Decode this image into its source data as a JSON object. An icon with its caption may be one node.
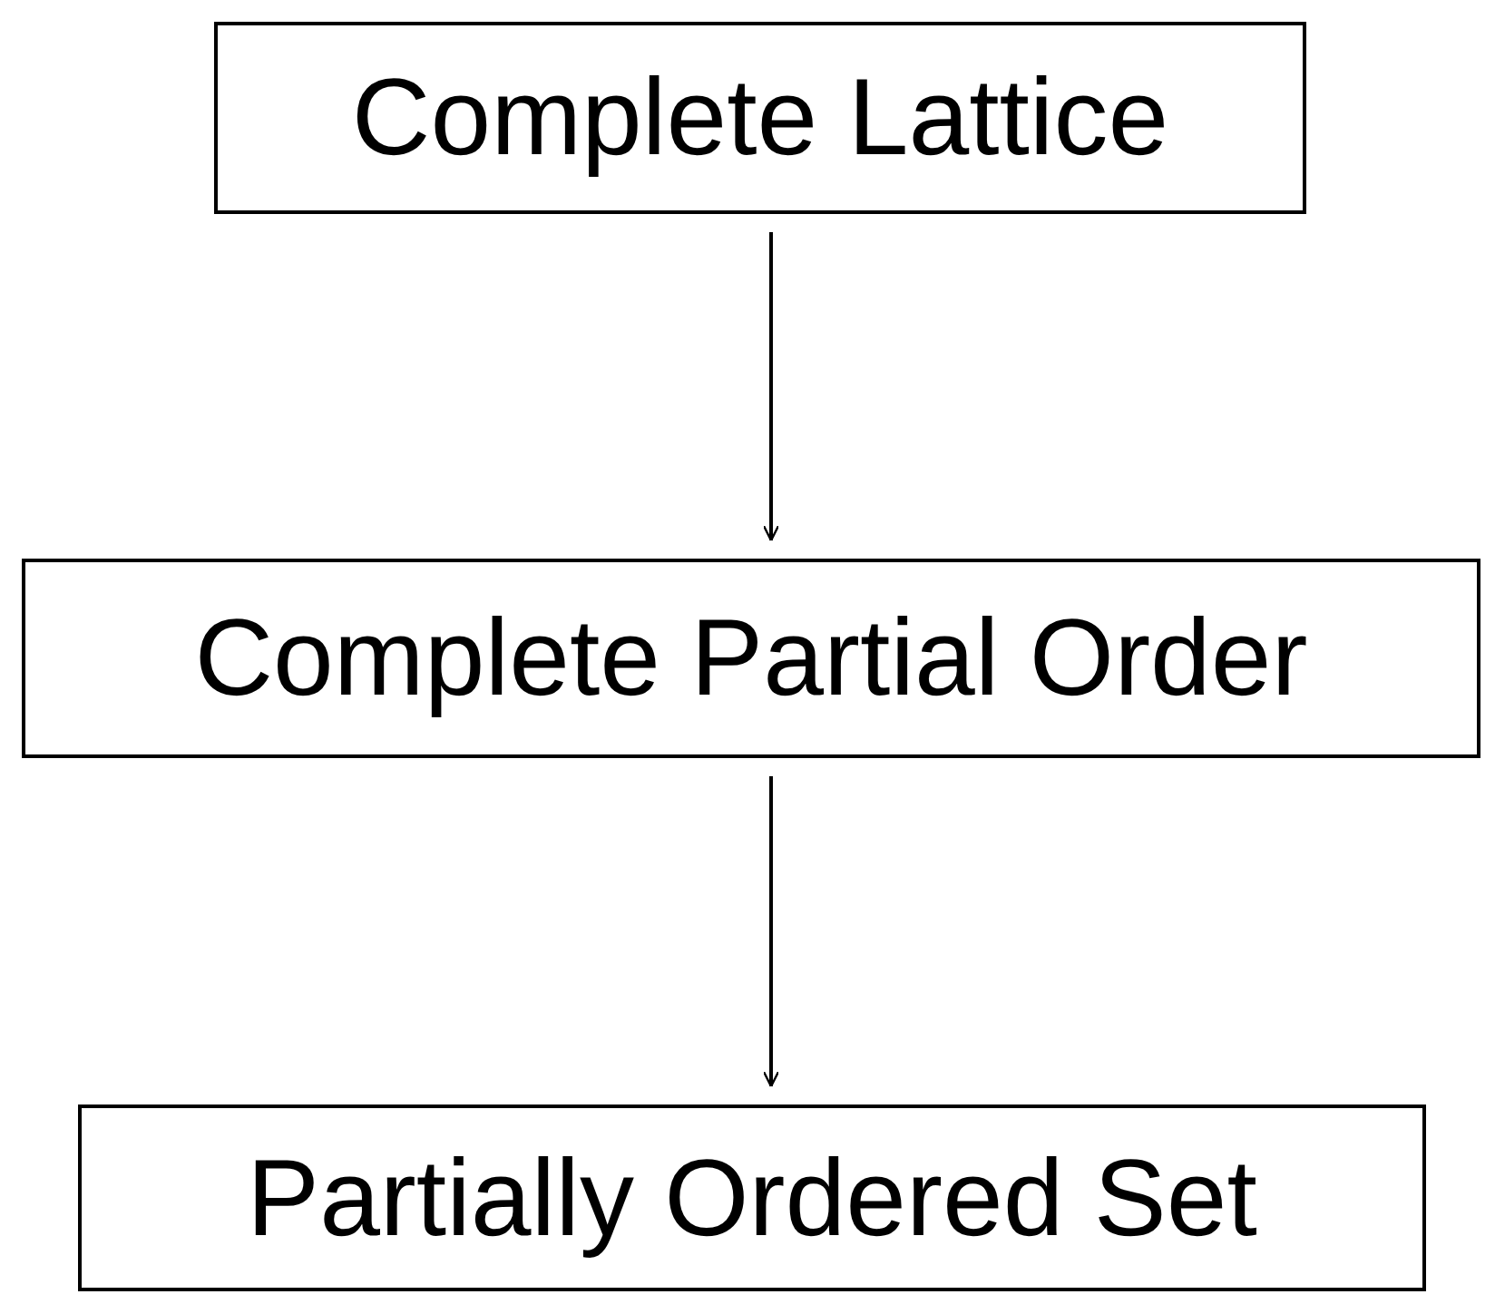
{
  "diagram": {
    "nodes": [
      {
        "text": [
          "Complete Lattice"
        ]
      },
      {
        "text": [
          "Complete Partial Order"
        ]
      },
      {
        "text": [
          "Partially Ordered Set"
        ]
      }
    ],
    "edges": [
      {
        "from": 0,
        "to": 1,
        "arrow": "to"
      },
      {
        "from": 1,
        "to": 2,
        "arrow": "to"
      }
    ]
  }
}
